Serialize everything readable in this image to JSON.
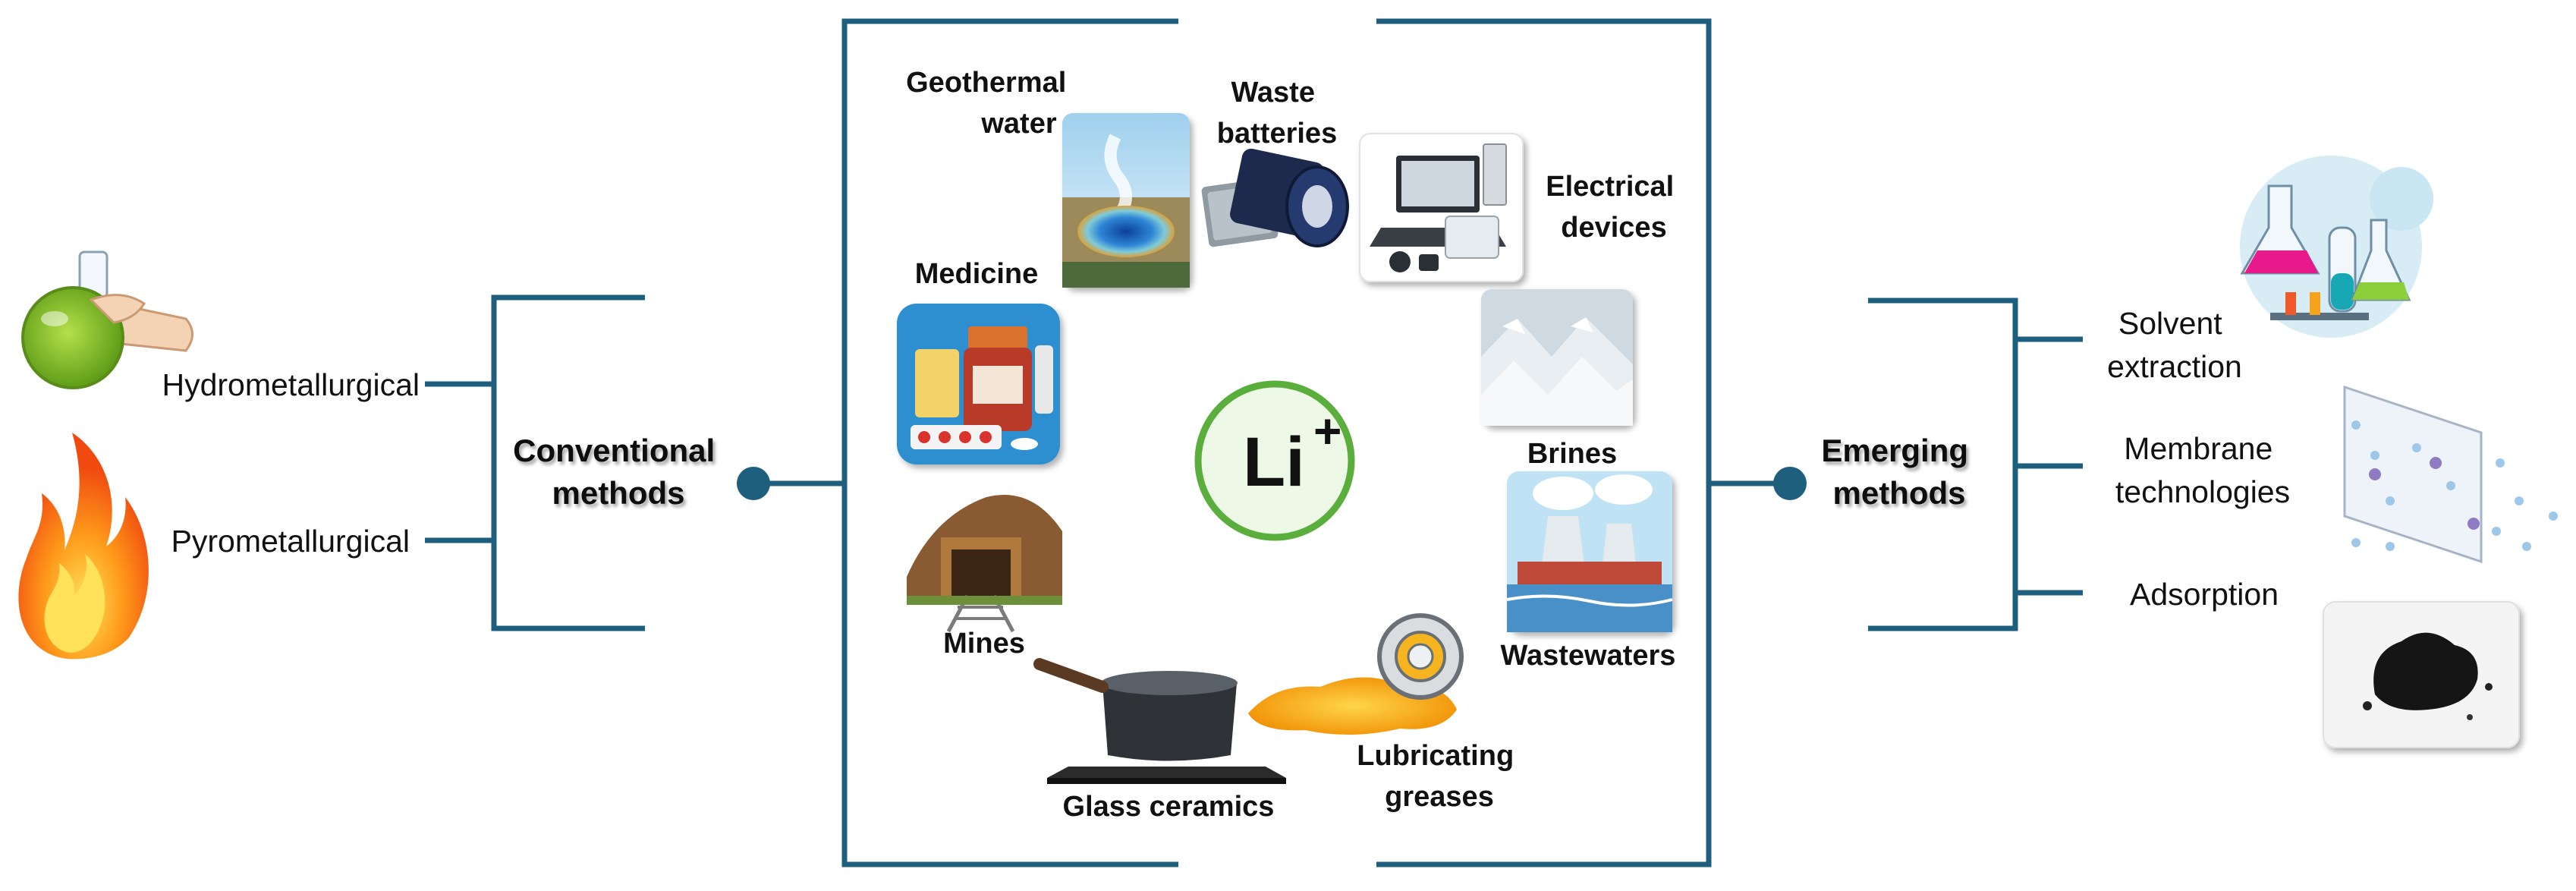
{
  "colors": {
    "frame": "#1f5f7e",
    "li_ring": "#5aae3b",
    "li_fill": "#eef8e6",
    "text": "#111111"
  },
  "center": {
    "ion": {
      "symbol": "Li",
      "charge": "+"
    },
    "sources": [
      {
        "id": "geothermal",
        "lines": [
          "Geothermal",
          "water"
        ],
        "icon": "hot-spring-icon"
      },
      {
        "id": "waste-batteries",
        "lines": [
          "Waste",
          "batteries"
        ],
        "icon": "battery-icon"
      },
      {
        "id": "electrical",
        "lines": [
          "Electrical",
          "devices"
        ],
        "icon": "computer-icon"
      },
      {
        "id": "medicine",
        "lines": [
          "Medicine"
        ],
        "icon": "pill-bottle-icon"
      },
      {
        "id": "brines",
        "lines": [
          "Brines"
        ],
        "icon": "salt-pile-icon"
      },
      {
        "id": "mines",
        "lines": [
          "Mines"
        ],
        "icon": "mine-entrance-icon"
      },
      {
        "id": "wastewaters",
        "lines": [
          "Wastewaters"
        ],
        "icon": "factory-icon"
      },
      {
        "id": "glass-ceramics",
        "lines": [
          "Glass ceramics"
        ],
        "icon": "cooktop-pot-icon"
      },
      {
        "id": "greases",
        "lines": [
          "Lubricating",
          "greases"
        ],
        "icon": "bearing-grease-icon"
      }
    ]
  },
  "conventional": {
    "title_lines": [
      "Conventional",
      "methods"
    ],
    "methods": [
      {
        "label": "Hydrometallurgical",
        "icon": "flask-hand-icon"
      },
      {
        "label": "Pyrometallurgical",
        "icon": "fire-icon"
      }
    ]
  },
  "emerging": {
    "title_lines": [
      "Emerging",
      "methods"
    ],
    "methods": [
      {
        "lines": [
          "Solvent",
          "extraction"
        ],
        "icon": "lab-glassware-icon"
      },
      {
        "lines": [
          "Membrane",
          "technologies"
        ],
        "icon": "membrane-icon"
      },
      {
        "lines": [
          "Adsorption"
        ],
        "icon": "carbon-powder-icon"
      }
    ]
  }
}
